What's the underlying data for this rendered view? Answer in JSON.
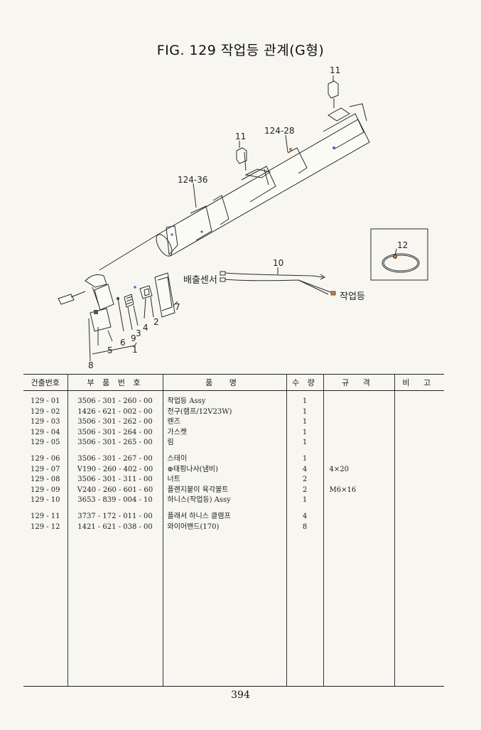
{
  "title": "FIG. 129 작업등 관계(G형)",
  "diagram_labels": {
    "l11a": "11",
    "l11b": "11",
    "l124_28": "124-28",
    "l124_36": "124-36",
    "l12": "12",
    "l10": "10",
    "sensor": "배출센서",
    "worklamp": "작업등",
    "n2": "2",
    "n3": "3",
    "n4": "4",
    "n5": "5",
    "n6": "6",
    "n7": "7",
    "n8": "8",
    "n9": "9",
    "n1": "1"
  },
  "table": {
    "headers": [
      "건출번호",
      "부 품 번 호",
      "품 명",
      "수 량",
      "규 격",
      "비 고"
    ],
    "rows": [
      [
        "129 - 01",
        "3506 - 301 - 260 - 00",
        "작업등 Assy",
        "1",
        ""
      ],
      [
        "129 - 02",
        "1426 - 621 - 002 - 00",
        "전구(램프/12V23W)",
        "1",
        ""
      ],
      [
        "129 - 03",
        "3506 - 301 - 262 - 00",
        "렌즈",
        "1",
        ""
      ],
      [
        "129 - 04",
        "3506 - 301 - 264 - 00",
        "가스켓",
        "1",
        ""
      ],
      [
        "129 - 05",
        "3506 - 301 - 265 - 00",
        "림",
        "1",
        ""
      ],
      [
        "129 - 06",
        "3506 - 301 - 267 - 00",
        "스테이",
        "1",
        ""
      ],
      [
        "129 - 07",
        "V190 - 260 - 402 - 00",
        "⊕태핑나사(냄비)",
        "4",
        "4×20"
      ],
      [
        "129 - 08",
        "3506 - 301 - 311 - 00",
        "너트",
        "2",
        ""
      ],
      [
        "129 - 09",
        "V240 - 260 - 601 - 60",
        "플랜지붙이 육각볼트",
        "2",
        "M6×16"
      ],
      [
        "129 - 10",
        "3653 - 839 - 004 - 10",
        "하니스(작업등) Assy",
        "1",
        ""
      ],
      [
        "129 - 11",
        "3737 - 172 - 011 - 00",
        "플래서 하니스 클램프",
        "4",
        ""
      ],
      [
        "129 - 12",
        "1421 - 621 - 038 - 00",
        "와이어밴드(170)",
        "8",
        ""
      ]
    ]
  },
  "page_number": "394"
}
